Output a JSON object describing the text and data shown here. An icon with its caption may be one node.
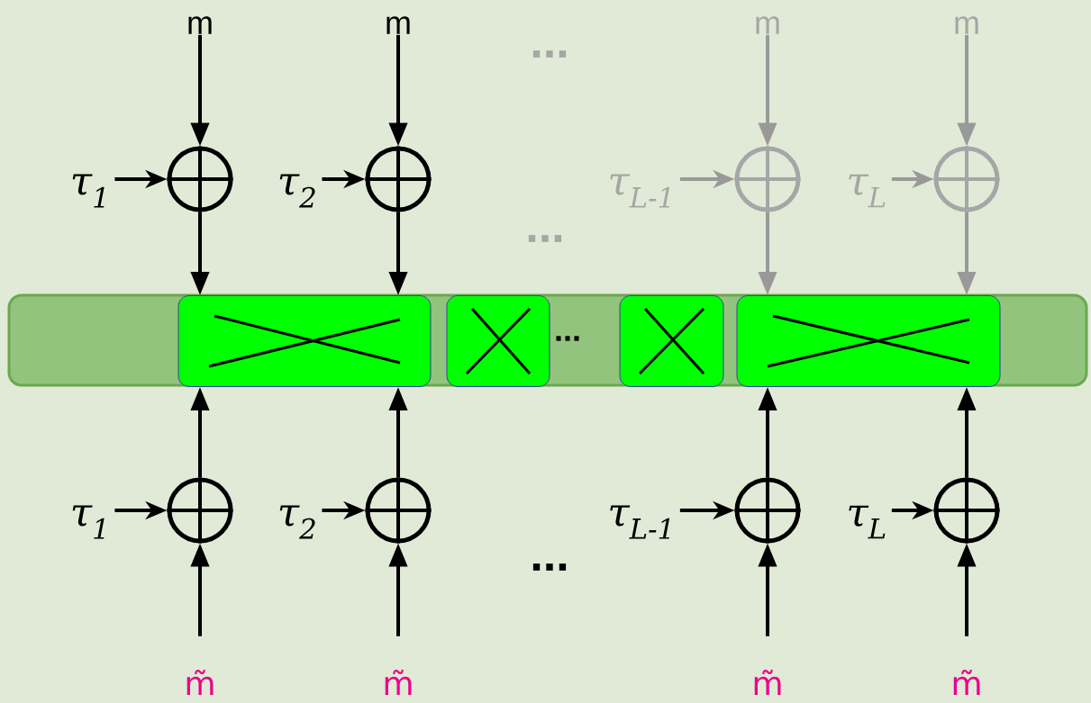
{
  "diagram": {
    "nodes": [
      {
        "text": [],
        "shape": "bar"
      },
      {
        "text": [],
        "shape": "box",
        "in": 0
      },
      {
        "text": [],
        "shape": "box",
        "in": 0
      },
      {
        "text": [],
        "shape": "box",
        "in": 0
      },
      {
        "text": [],
        "shape": "box",
        "in": 0
      },
      {
        "text": [
          "m"
        ]
      },
      {
        "text": [
          "m"
        ]
      },
      {
        "text": [
          "m"
        ]
      },
      {
        "text": [
          "m"
        ]
      },
      {
        "text": [],
        "shape": "circle"
      },
      {
        "text": [],
        "shape": "circle"
      },
      {
        "text": [],
        "shape": "circle"
      },
      {
        "text": [],
        "shape": "circle"
      },
      {
        "text": [
          "τ$_{1}$"
        ]
      },
      {
        "text": [
          "τ$_{2}$"
        ]
      },
      {
        "text": [
          "τ$_{L-1}$"
        ]
      },
      {
        "text": [
          "τ$_{L}$"
        ]
      },
      {
        "text": [],
        "shape": "circle"
      },
      {
        "text": [],
        "shape": "circle"
      },
      {
        "text": [],
        "shape": "circle"
      },
      {
        "text": [],
        "shape": "circle"
      },
      {
        "text": [
          "τ$_{1}$"
        ]
      },
      {
        "text": [
          "τ$_{2}$"
        ]
      },
      {
        "text": [
          "τ$_{L-1}$"
        ]
      },
      {
        "text": [
          "τ$_{L}$"
        ]
      },
      {
        "text": [
          "m̃"
        ]
      },
      {
        "text": [
          "m̃"
        ]
      },
      {
        "text": [
          "m̃"
        ]
      },
      {
        "text": [
          "m̃"
        ]
      }
    ],
    "edges": [
      {
        "from": 5,
        "to": 9,
        "arrow": "to"
      },
      {
        "from": 6,
        "to": 10,
        "arrow": "to"
      },
      {
        "from": 7,
        "to": 11,
        "arrow": "to",
        "color": "#999999"
      },
      {
        "from": 8,
        "to": 12,
        "arrow": "to",
        "color": "#999999"
      },
      {
        "from": 13,
        "to": 9,
        "arrow": "to"
      },
      {
        "from": 14,
        "to": 10,
        "arrow": "to"
      },
      {
        "from": 15,
        "to": 11,
        "arrow": "to",
        "color": "#999999"
      },
      {
        "from": 16,
        "to": 12,
        "arrow": "to",
        "color": "#999999"
      },
      {
        "from": 9,
        "to": 1,
        "arrow": "to"
      },
      {
        "from": 10,
        "to": 1,
        "arrow": "to"
      },
      {
        "from": 11,
        "to": 4,
        "arrow": "to",
        "color": "#999999"
      },
      {
        "from": 12,
        "to": 4,
        "arrow": "to",
        "color": "#999999"
      },
      {
        "from": 25,
        "to": 17,
        "arrow": "to"
      },
      {
        "from": 26,
        "to": 18,
        "arrow": "to"
      },
      {
        "from": 27,
        "to": 19,
        "arrow": "to"
      },
      {
        "from": 28,
        "to": 20,
        "arrow": "to"
      },
      {
        "from": 21,
        "to": 17,
        "arrow": "to"
      },
      {
        "from": 22,
        "to": 18,
        "arrow": "to"
      },
      {
        "from": 23,
        "to": 19,
        "arrow": "to"
      },
      {
        "from": 24,
        "to": 20,
        "arrow": "to"
      },
      {
        "from": 17,
        "to": 1,
        "arrow": "to"
      },
      {
        "from": 18,
        "to": 1,
        "arrow": "to"
      },
      {
        "from": 19,
        "to": 4,
        "arrow": "to"
      },
      {
        "from": 20,
        "to": 4,
        "arrow": "to"
      }
    ],
    "labels": [
      "...",
      "...",
      "...",
      "..."
    ]
  }
}
